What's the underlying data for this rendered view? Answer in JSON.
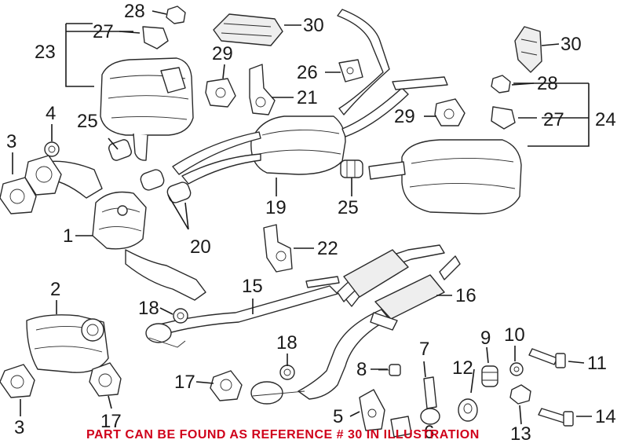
{
  "diagram": {
    "callouts": {
      "c1": "1",
      "c2": "2",
      "c3a": "3",
      "c3b": "3",
      "c4": "4",
      "c5": "5",
      "c6": "6",
      "c7": "7",
      "c8": "8",
      "c9": "9",
      "c10": "10",
      "c11": "11",
      "c12": "12",
      "c13": "13",
      "c14": "14",
      "c15": "15",
      "c16": "16",
      "c17a": "17",
      "c17b": "17",
      "c18a": "18",
      "c18b": "18",
      "c19": "19",
      "c20": "20",
      "c21": "21",
      "c22": "22",
      "c23": "23",
      "c24": "24",
      "c25a": "25",
      "c25b": "25",
      "c26": "26",
      "c27a": "27",
      "c27b": "27",
      "c28a": "28",
      "c28b": "28",
      "c29a": "29",
      "c29b": "29",
      "c30a": "30",
      "c30b": "30"
    },
    "note": "PART CAN BE FOUND AS REFERENCE # 30 IN ILLUSTRATION",
    "colors": {
      "line": "#1a1a1a",
      "note": "#d0021b"
    }
  }
}
